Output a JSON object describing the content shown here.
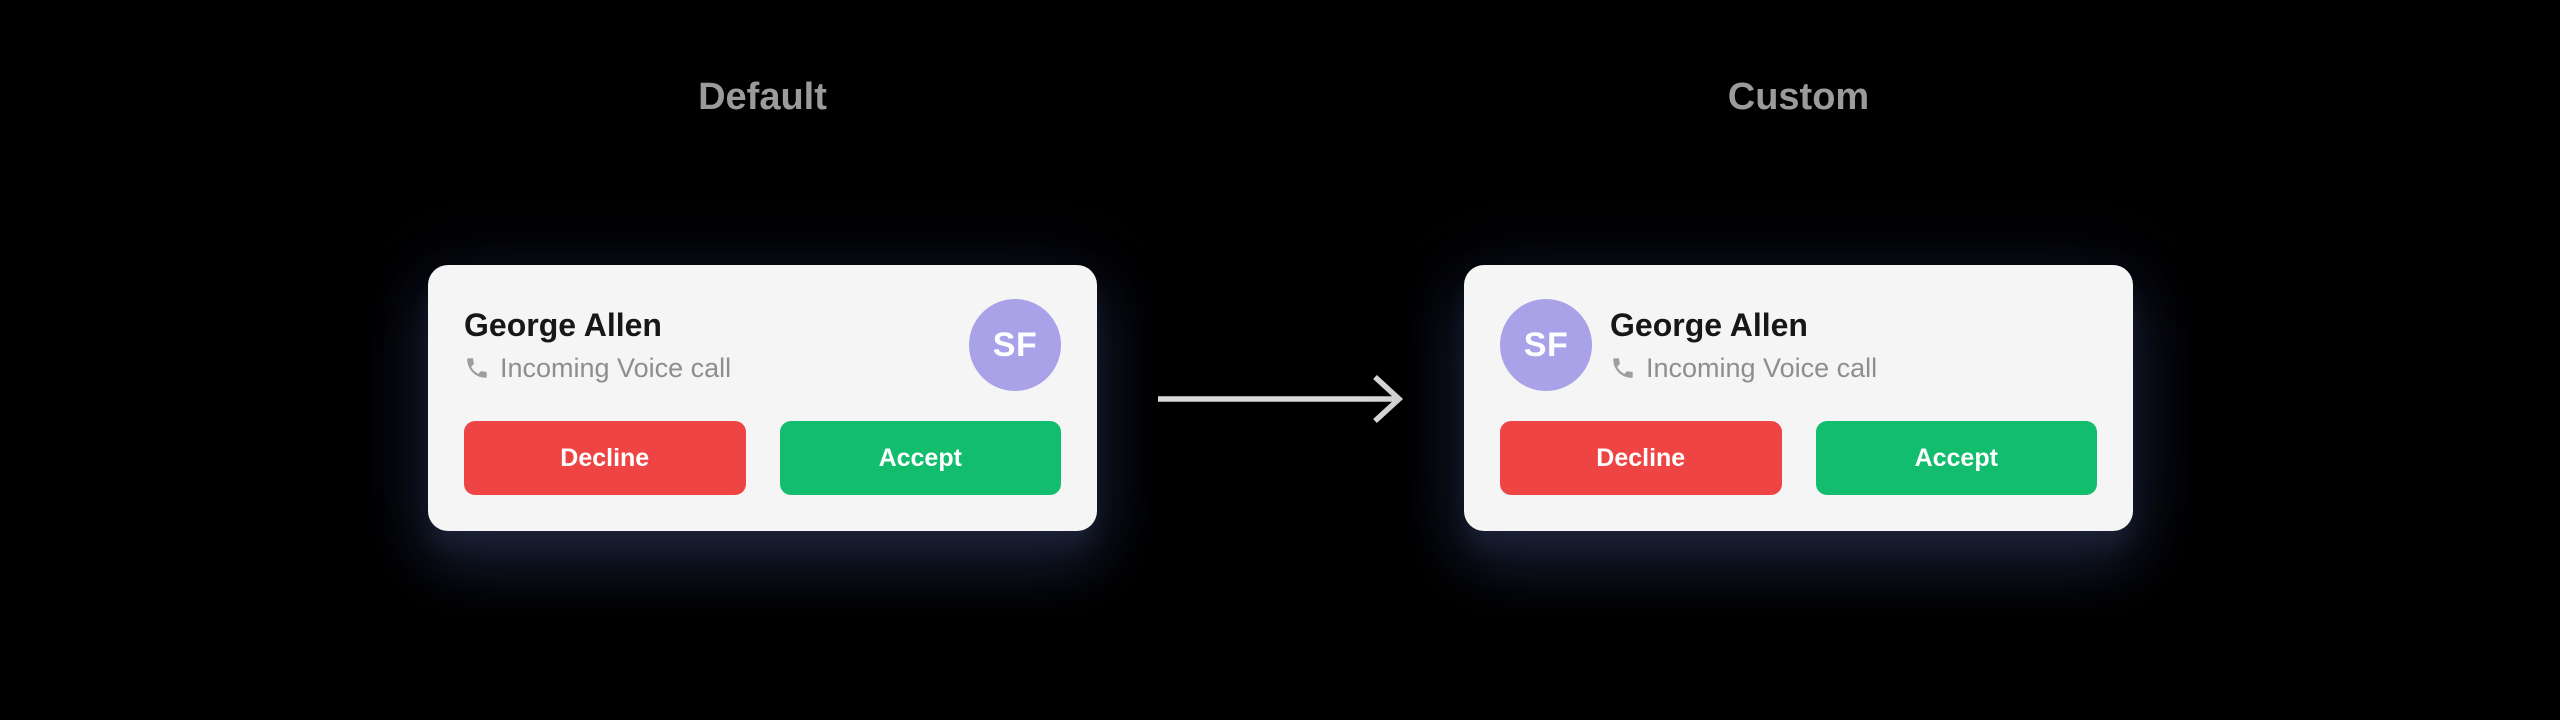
{
  "sections": {
    "default": {
      "title": "Default"
    },
    "custom": {
      "title": "Custom"
    }
  },
  "cards": {
    "default": {
      "name": "George Allen",
      "subtitle": "Incoming Voice call",
      "avatar_initials": "SF",
      "buttons": {
        "decline": "Decline",
        "accept": "Accept"
      }
    },
    "custom": {
      "name": "George Allen",
      "subtitle": "Incoming Voice call",
      "avatar_initials": "SF",
      "buttons": {
        "decline": "Decline",
        "accept": "Accept"
      }
    }
  },
  "icons": {
    "phone": "phone-receiver-icon",
    "arrow": "right-arrow-icon"
  },
  "colors": {
    "background": "#000000",
    "card_bg": "#F5F5F6",
    "name_text": "#17171A",
    "secondary_text": "#8E8E90",
    "title_text": "#9B9B9B",
    "decline": "#EF4444",
    "accept": "#12BD6E",
    "avatar_bg": "#A9A2E8",
    "avatar_text": "#FFFFFF",
    "button_text": "#FFFFFF",
    "arrow": "#D8D8D8",
    "phone_icon": "#9E9E9E"
  }
}
